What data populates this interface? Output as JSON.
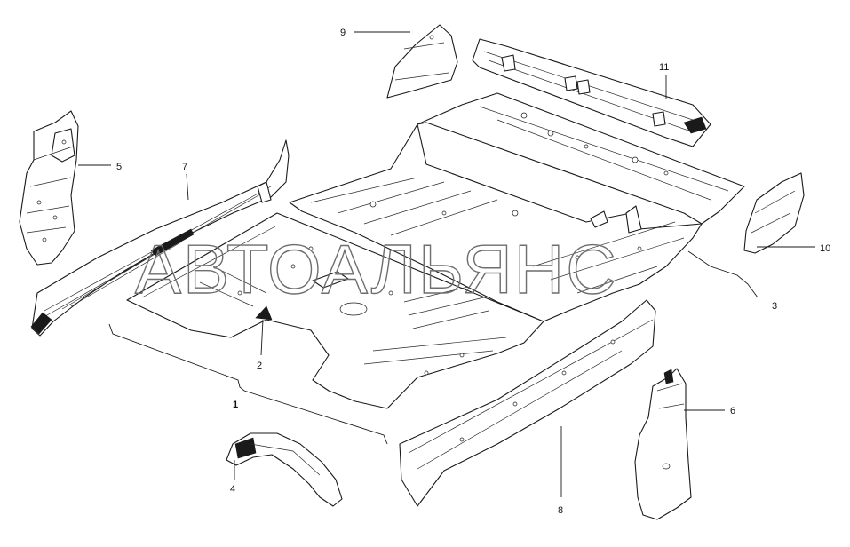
{
  "watermark": "АВТОАЛЬЯНС",
  "callouts": {
    "c1": "1",
    "c2": "2",
    "c3": "3",
    "c4": "4",
    "c5": "5",
    "c6": "6",
    "c7": "7",
    "c8": "8",
    "c9": "9",
    "c10": "10",
    "c11": "11"
  }
}
